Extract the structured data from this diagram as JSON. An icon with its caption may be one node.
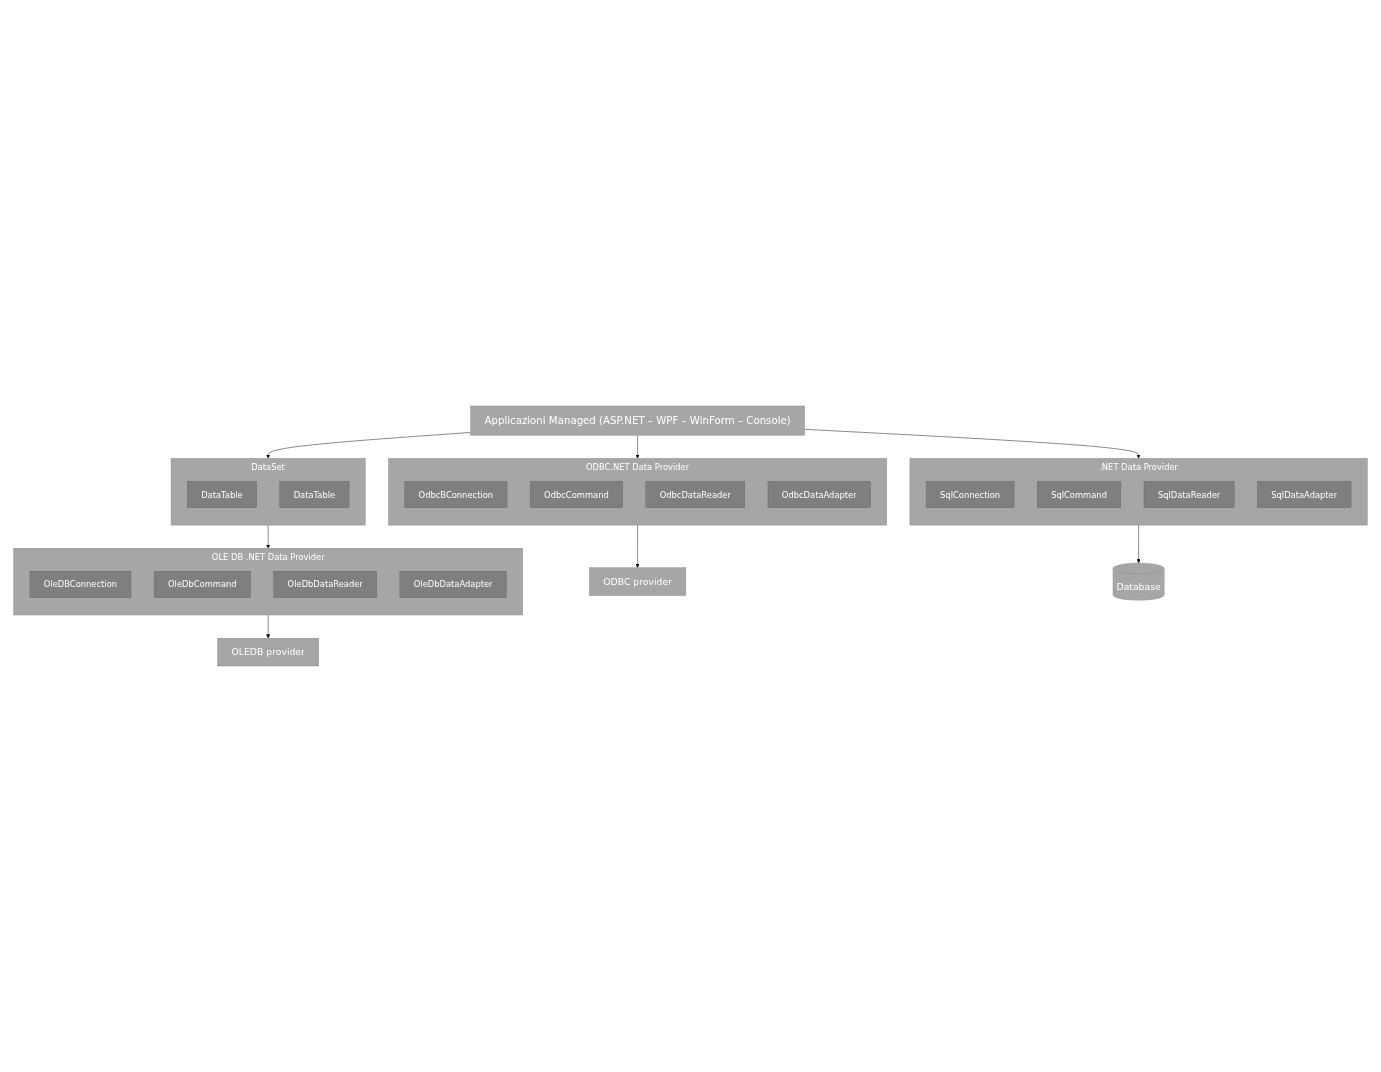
{
  "diagram": {
    "nodes": [
      {
        "text": [
          "Applicazioni Managed (ASP.NET – WPF – WinForm – Console)"
        ]
      },
      {
        "text": [
          "DataSet"
        ]
      },
      {
        "text": [
          "DataTable"
        ],
        "in": 1
      },
      {
        "text": [
          "DataTable"
        ],
        "in": 1
      },
      {
        "text": [
          ".NET Data Provider"
        ]
      },
      {
        "text": [
          "SqlConnection"
        ],
        "in": 4
      },
      {
        "text": [
          "SqlCommand"
        ],
        "in": 4
      },
      {
        "text": [
          "SqlDataReader"
        ],
        "in": 4
      },
      {
        "text": [
          "SqlDataAdapter"
        ],
        "in": 4
      },
      {
        "text": [
          "OLE DB .NET Data Provider"
        ]
      },
      {
        "text": [
          "OleDBConnection"
        ],
        "in": 9
      },
      {
        "text": [
          "OleDbCommand"
        ],
        "in": 9
      },
      {
        "text": [
          "OleDbDataReader"
        ],
        "in": 9
      },
      {
        "text": [
          "OleDbDataAdapter"
        ],
        "in": 9
      },
      {
        "text": [
          "ODBC.NET Data Provider"
        ]
      },
      {
        "text": [
          "OdbcBConnection"
        ],
        "in": 14
      },
      {
        "text": [
          "OdbcCommand"
        ],
        "in": 14
      },
      {
        "text": [
          "OdbcDataReader"
        ],
        "in": 14
      },
      {
        "text": [
          "OdbcDataAdapter"
        ],
        "in": 14
      },
      {
        "text": [
          "OLEDB provider"
        ]
      },
      {
        "text": [
          "ODBC provider"
        ]
      },
      {
        "text": [
          "Database"
        ]
      }
    ],
    "edges": [
      {
        "from": 0,
        "to": 1,
        "arrow": "to"
      },
      {
        "from": 0,
        "to": 4,
        "arrow": "to"
      },
      {
        "from": 0,
        "to": 14,
        "arrow": "to"
      },
      {
        "from": 1,
        "to": 9,
        "arrow": "to"
      },
      {
        "from": 4,
        "to": 21,
        "arrow": "to"
      },
      {
        "from": 9,
        "to": 19,
        "arrow": "to"
      },
      {
        "from": 14,
        "to": 20,
        "arrow": "to"
      }
    ]
  }
}
